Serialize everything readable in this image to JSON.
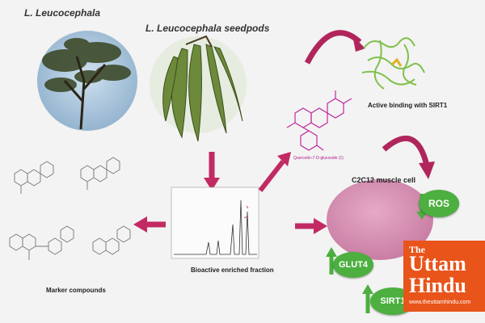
{
  "labels": {
    "plant": "L. Leucocephala",
    "seedpods": "L. Leucocephala seedpods",
    "binding": "Active binding with SIRT1",
    "cell": "C2C12 muscle cell",
    "fraction": "Bioactive enriched fraction",
    "markers": "Marker compounds",
    "compound": "Quercetin-7-O-glucoside (1)"
  },
  "pills": {
    "ros": "ROS",
    "glut4": "GLUT4",
    "sirt": "SIRT1"
  },
  "logo": {
    "the": "The",
    "uttam": "Uttam",
    "hindu": "Hindu",
    "url": "www.theuttamhindu.com"
  },
  "colors": {
    "arrow": "#c22a63",
    "pill": "#4caf3f",
    "cell": "#d98fb2",
    "molecule": "#c02aa0",
    "logo": "#e8541a"
  }
}
